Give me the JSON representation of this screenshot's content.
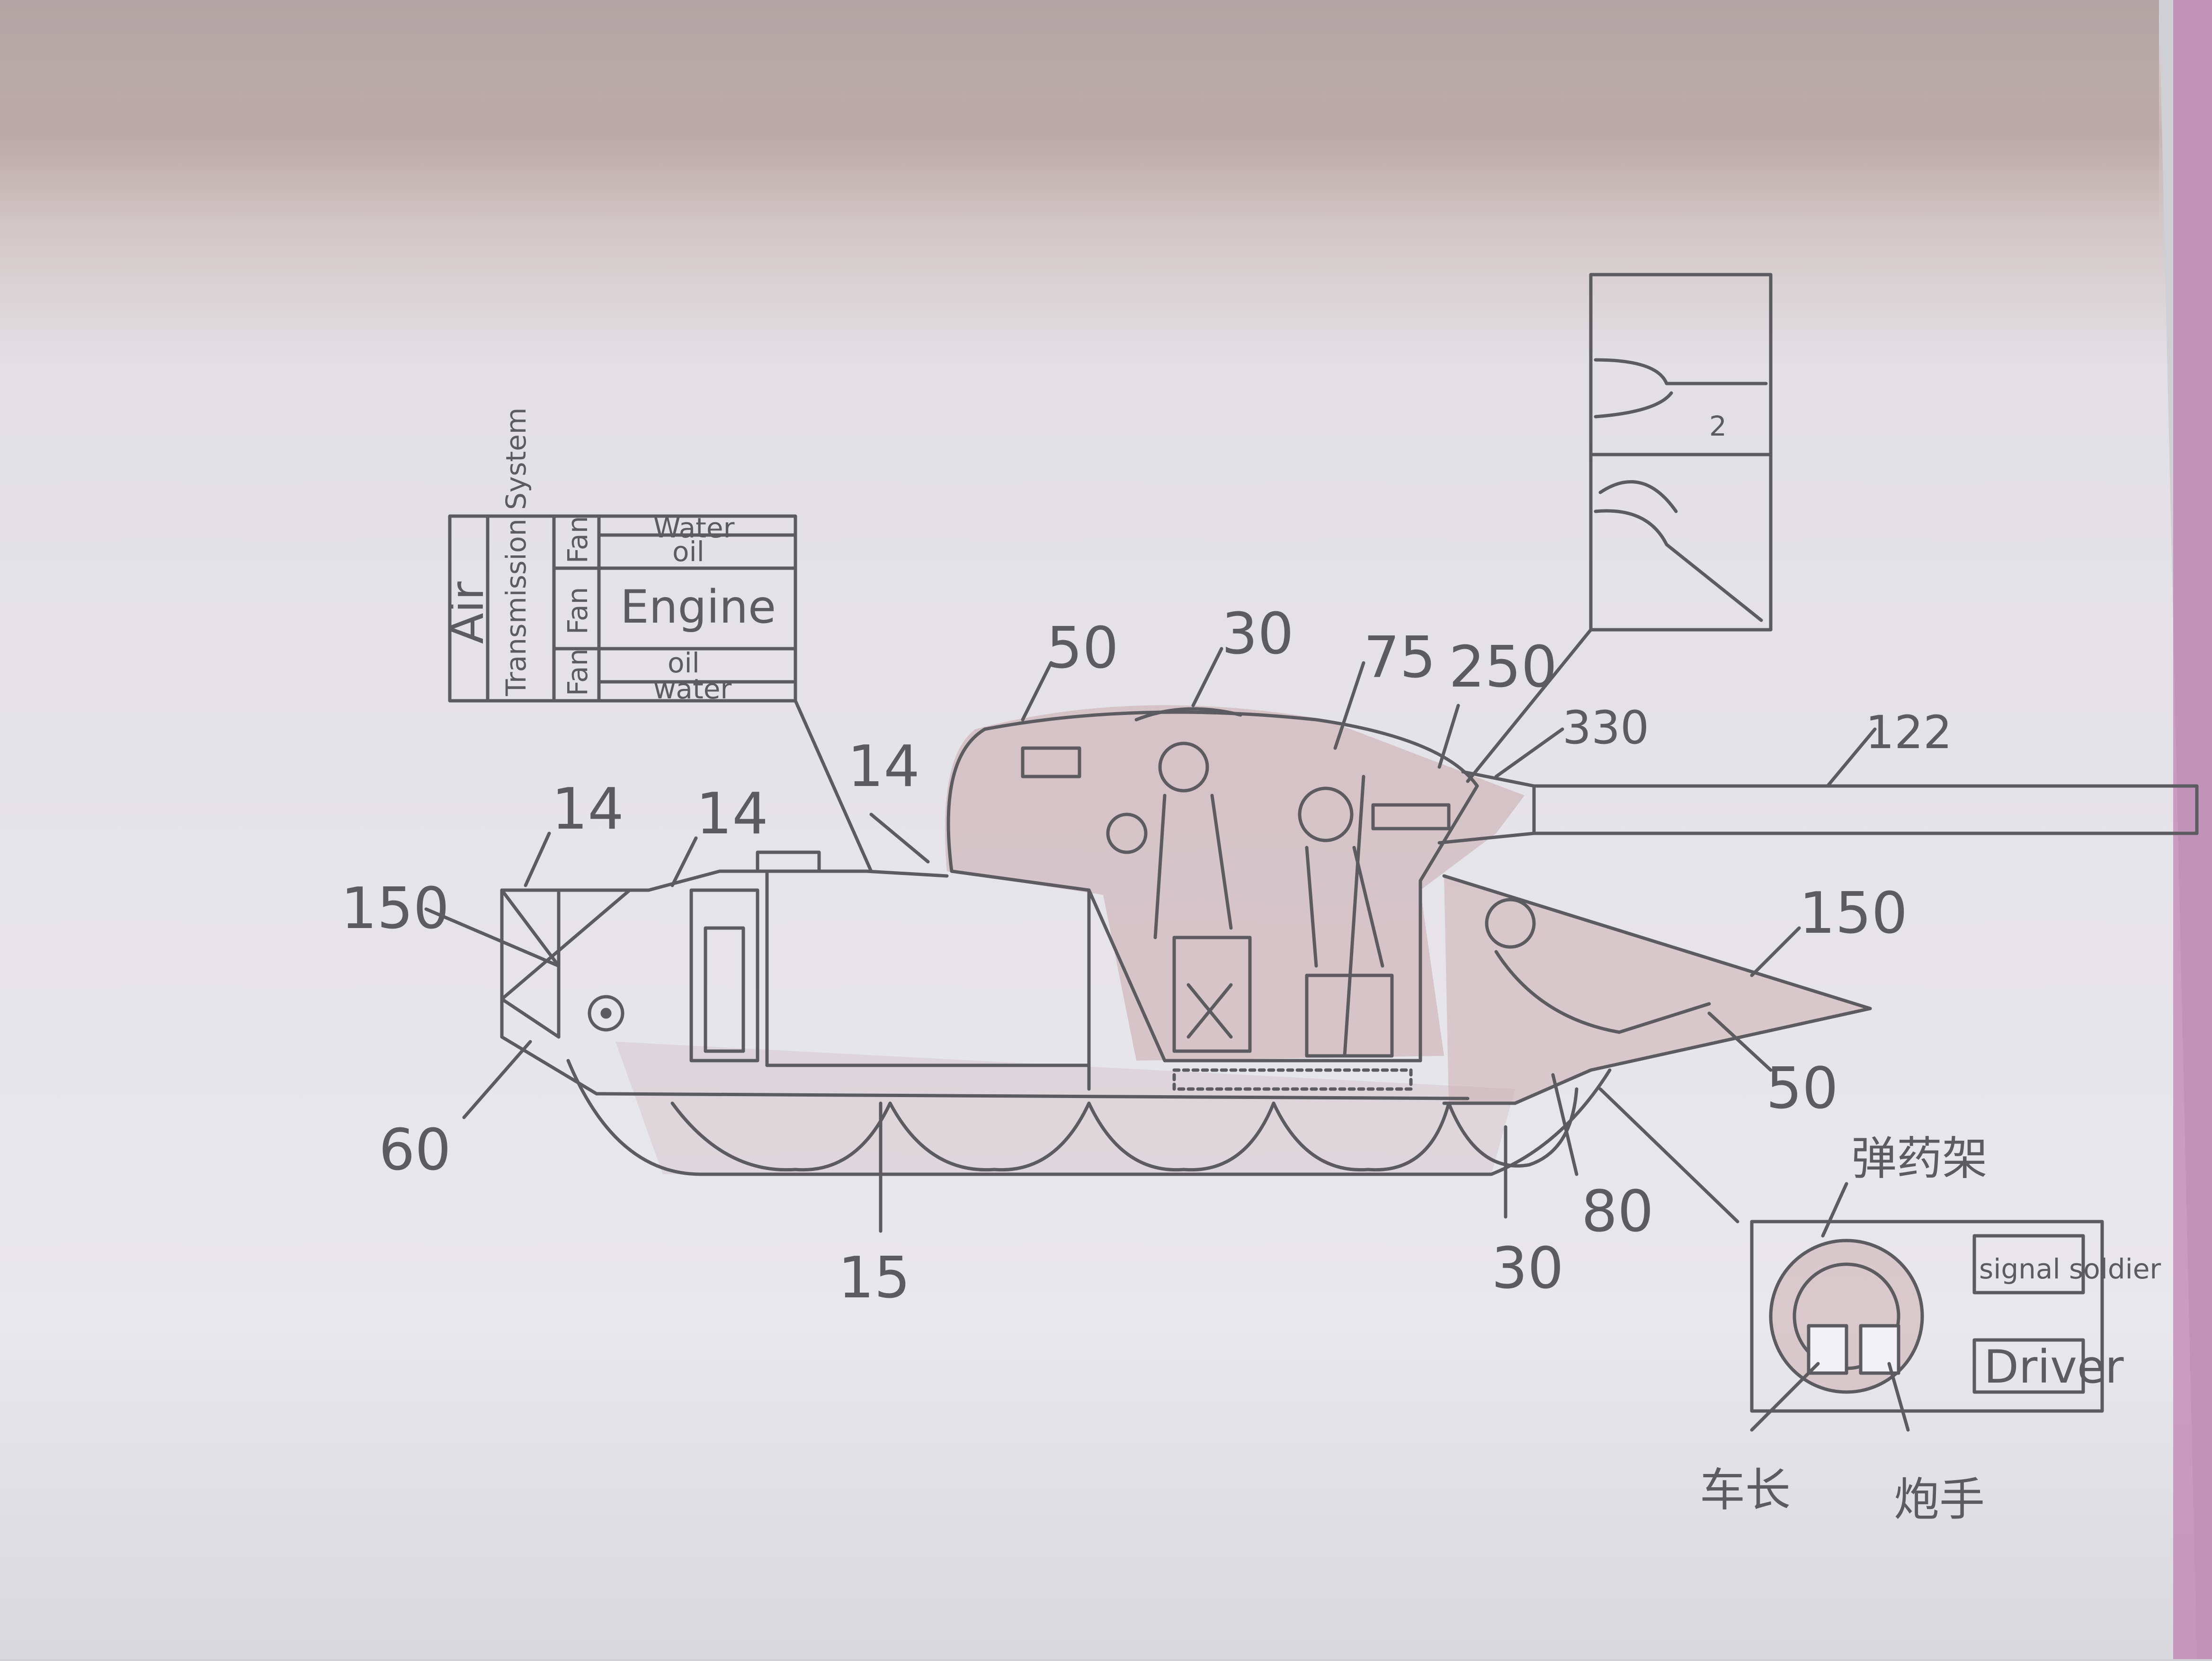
{
  "labels": {
    "armor_top_front": "14",
    "armor_top_mid": "14",
    "armor_rear": "150",
    "armor_rear_low": "60",
    "armor_hull_top": "14",
    "turret_rear": "50",
    "turret_roof": "30",
    "turret_front": "75",
    "mantlet": "250",
    "gun_mount": "330",
    "gun_caliber": "122",
    "glacis": "150",
    "lower_front": "50",
    "floor": "80",
    "belly": "30",
    "side": "15"
  },
  "engine_inset": {
    "air": "Air",
    "transmission": "Transmission System",
    "fan_top": "Fan",
    "fan_mid": "Fan",
    "fan_bottom": "Fan",
    "water_top": "Water",
    "oil_top": "oil",
    "engine": "Engine",
    "oil_bottom": "oil",
    "water_bottom": "water"
  },
  "gun_inset": {
    "mark": "2"
  },
  "crew_inset": {
    "ammo_rack": "弹药架",
    "signal_soldier": "signal soldier",
    "driver": "Driver",
    "commander": "车长",
    "gunner": "炮手"
  },
  "colors": {
    "paper": "#e9e8ec",
    "pencil": "#5b5b60",
    "shade": "#c9a9ae"
  }
}
